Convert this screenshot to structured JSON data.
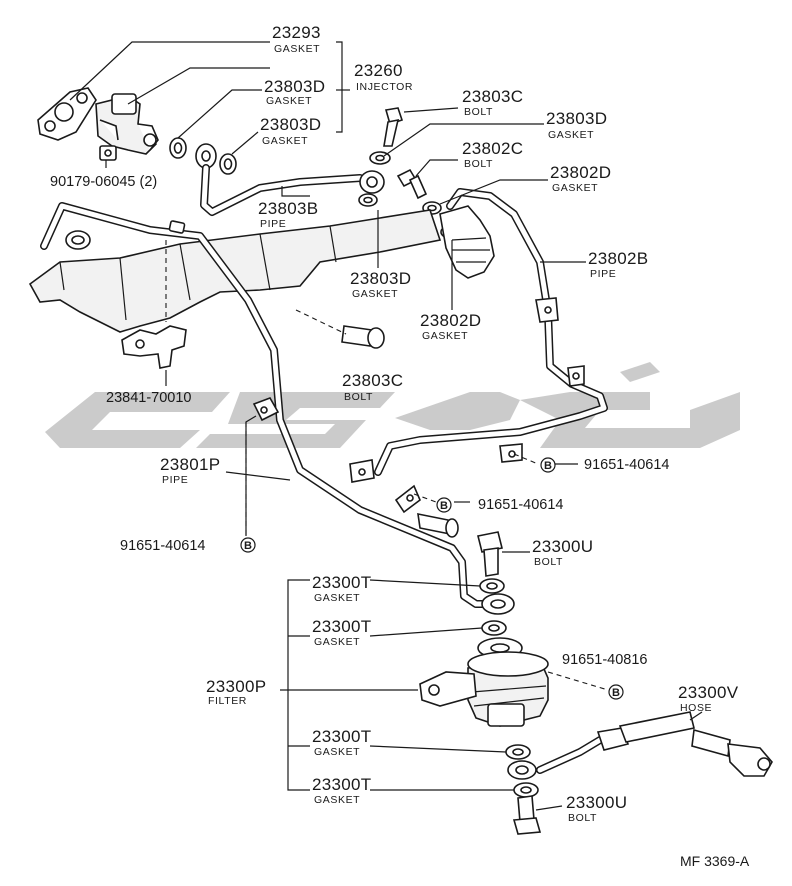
{
  "labels": {
    "l23293": {
      "num": "23293",
      "sub": "GASKET"
    },
    "l23260": {
      "num": "23260",
      "sub": "INJECTOR"
    },
    "l23803d_a": {
      "num": "23803D",
      "sub": "GASKET"
    },
    "l23803d_b": {
      "num": "23803D",
      "sub": "GASKET"
    },
    "l23803c_top": {
      "num": "23803C",
      "sub": "BOLT"
    },
    "l23803d_right": {
      "num": "23803D",
      "sub": "GASKET"
    },
    "l23802c": {
      "num": "23802C",
      "sub": "BOLT"
    },
    "l23802d_top": {
      "num": "23802D",
      "sub": "GASKET"
    },
    "l23803b": {
      "num": "23803B",
      "sub": "PIPE"
    },
    "l23802b": {
      "num": "23802B",
      "sub": "PIPE"
    },
    "l23803d_mid": {
      "num": "23803D",
      "sub": "GASKET"
    },
    "l23802d_mid": {
      "num": "23802D",
      "sub": "GASKET"
    },
    "l23803c_mid": {
      "num": "23803C",
      "sub": "BOLT"
    },
    "l23801p": {
      "num": "23801P",
      "sub": "PIPE"
    },
    "l23300u_top": {
      "num": "23300U",
      "sub": "BOLT"
    },
    "l23300t_1": {
      "num": "23300T",
      "sub": "GASKET"
    },
    "l23300t_2": {
      "num": "23300T",
      "sub": "GASKET"
    },
    "l23300p": {
      "num": "23300P",
      "sub": "FILTER"
    },
    "l23300v": {
      "num": "23300V",
      "sub": "HOSE"
    },
    "l23300t_3": {
      "num": "23300T",
      "sub": "GASKET"
    },
    "l23300t_4": {
      "num": "23300T",
      "sub": "GASKET"
    },
    "l23300u_bot": {
      "num": "23300U",
      "sub": "BOLT"
    }
  },
  "codes": {
    "c90179": "90179-06045 (2)",
    "c23841": "23841-70010",
    "c91651_a": "91651-40614",
    "c91651_b": "91651-40614",
    "c91651_c": "91651-40614",
    "c91651_d": "91651-40816",
    "circle_letter": "B"
  },
  "reference": "MF 3369-A",
  "colors": {
    "line": "#1a1a1a",
    "watermark": "#b9b9b9"
  }
}
